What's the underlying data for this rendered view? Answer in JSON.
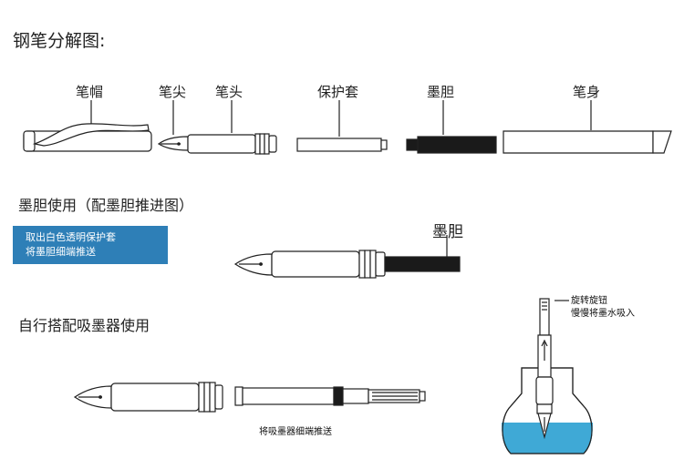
{
  "title": "钢笔分解图:",
  "parts": {
    "cap": "笔帽",
    "nib": "笔尖",
    "head": "笔头",
    "sleeve": "保护套",
    "cartridge": "墨胆",
    "barrel": "笔身"
  },
  "section_cartridge": {
    "heading": "墨胆使用（配墨胆推进图）",
    "note_line1": "取出白色透明保护套",
    "note_line2": "将墨胆细端推送",
    "label": "墨胆"
  },
  "section_converter": {
    "heading": "自行搭配吸墨器使用",
    "push_note": "将吸墨器细端推送",
    "twist_line1": "旋转旋钮",
    "twist_line2": "慢慢将墨水吸入"
  },
  "colors": {
    "badge": "#2e7fb7",
    "ink": "#3fa9d6",
    "cartridge": "#1a1a1a"
  }
}
